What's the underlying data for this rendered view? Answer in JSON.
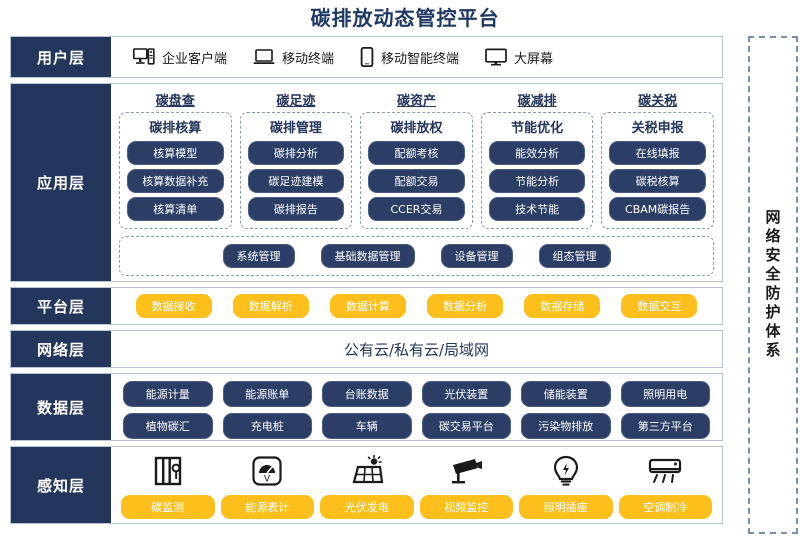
{
  "title": "碳排放动态管控平台",
  "colors": {
    "navy": "#25365c",
    "pill_navy": "#2c3e66",
    "yellow": "#fdbf1c",
    "border": "#b9c3d6",
    "dashed": "#8d9bb5"
  },
  "security_panel": {
    "label": "网络安全防护体系"
  },
  "layers": {
    "user": {
      "label": "用户层",
      "items": [
        {
          "icon": "desktop-pc-icon",
          "label": "企业客户端"
        },
        {
          "icon": "laptop-icon",
          "label": "移动终端"
        },
        {
          "icon": "smartphone-icon",
          "label": "移动智能终端"
        },
        {
          "icon": "monitor-icon",
          "label": "大屏幕"
        }
      ]
    },
    "application": {
      "label": "应用层",
      "groups": [
        {
          "title": "碳盘查",
          "subtitle": "碳排核算",
          "items": [
            "核算模型",
            "核算数据补充",
            "核算清单"
          ]
        },
        {
          "title": "碳足迹",
          "subtitle": "碳排管理",
          "items": [
            "碳排分析",
            "碳足迹建模",
            "碳排报告"
          ]
        },
        {
          "title": "碳资产",
          "subtitle": "碳排放权",
          "items": [
            "配额考核",
            "配额交易",
            "CCER交易"
          ]
        },
        {
          "title": "碳减排",
          "subtitle": "节能优化",
          "items": [
            "能效分析",
            "节能分析",
            "技术节能"
          ]
        },
        {
          "title": "碳关税",
          "subtitle": "关税申报",
          "items": [
            "在线填报",
            "碳税核算",
            "CBAM碳报告"
          ]
        }
      ],
      "management": [
        "系统管理",
        "基础数据管理",
        "设备管理",
        "组态管理"
      ]
    },
    "platform": {
      "label": "平台层",
      "items": [
        "数据接收",
        "数据解析",
        "数据计算",
        "数据分析",
        "数据存储",
        "数据交互"
      ]
    },
    "network": {
      "label": "网络层",
      "text": "公有云/私有云/局域网"
    },
    "data": {
      "label": "数据层",
      "rows": [
        [
          "能源计量",
          "能源账单",
          "台账数据",
          "光伏装置",
          "储能装置",
          "照明用电"
        ],
        [
          "植物碳汇",
          "充电桩",
          "车辆",
          "碳交易平台",
          "污染物排放",
          "第三方平台"
        ]
      ]
    },
    "sense": {
      "label": "感知层",
      "items": [
        {
          "icon": "carbon-monitor-icon",
          "label": "碳监测"
        },
        {
          "icon": "energy-meter-icon",
          "label": "能源表计"
        },
        {
          "icon": "solar-panel-icon",
          "label": "光伏发电"
        },
        {
          "icon": "cctv-camera-icon",
          "label": "视频监控"
        },
        {
          "icon": "light-bulb-icon",
          "label": "照明插座"
        },
        {
          "icon": "air-conditioner-icon",
          "label": "空调制冷"
        }
      ]
    }
  }
}
